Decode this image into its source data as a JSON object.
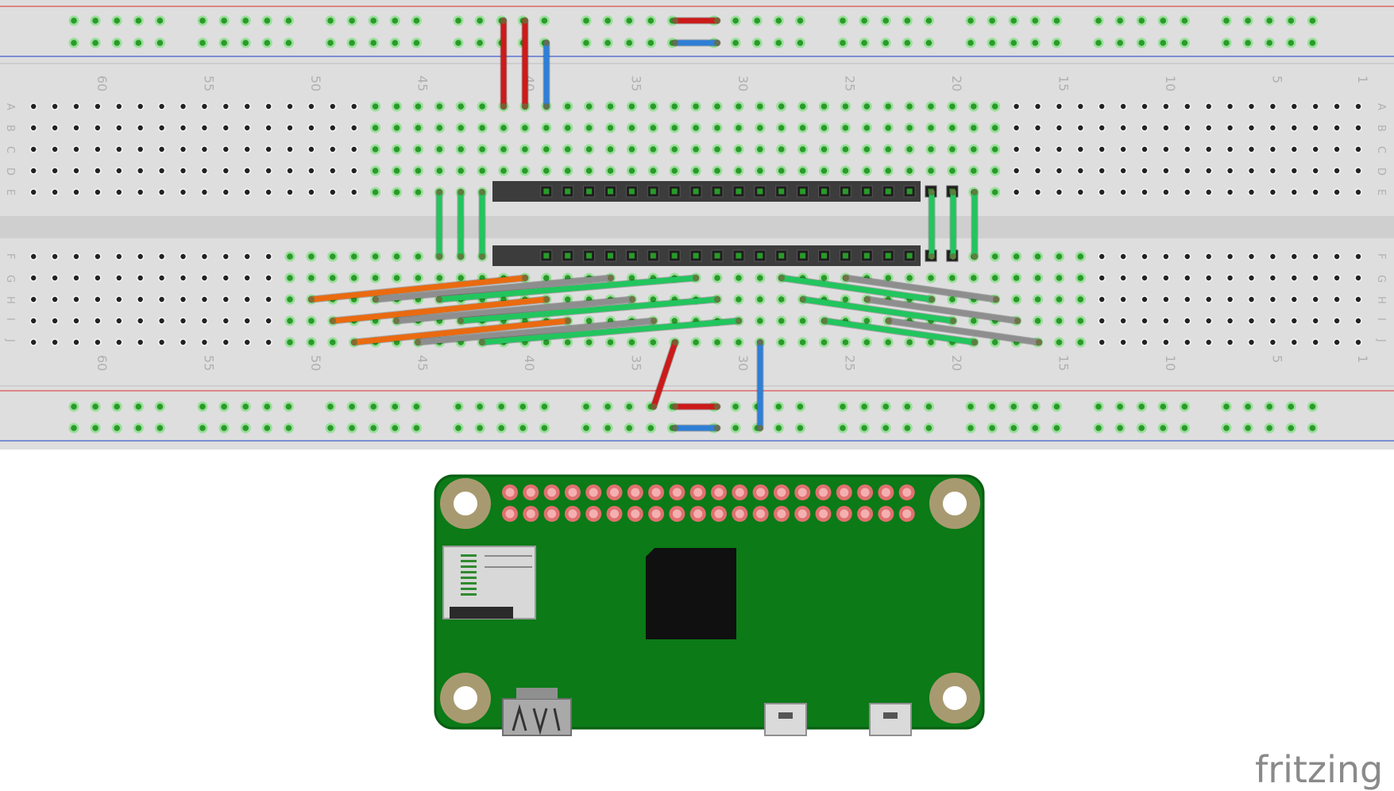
{
  "app": {
    "brand": "fritzing"
  },
  "breadboard": {
    "row_labels_top": [
      "A",
      "B",
      "C",
      "D",
      "E"
    ],
    "row_labels_bottom": [
      "F",
      "G",
      "H",
      "I",
      "J"
    ],
    "column_numbers": [
      "60",
      "55",
      "50",
      "45",
      "40",
      "35",
      "30",
      "25",
      "20",
      "15",
      "10",
      "5",
      "1"
    ],
    "colors": {
      "board": "#dedede",
      "channel": "#cfcfcf",
      "rail_positive": "#e05050",
      "rail_negative": "#4060d0",
      "hole": "#222222",
      "hole_connected": "#2a9a2a",
      "hole_glow": "#7ee07e",
      "header_body": "#3c3c3c"
    }
  },
  "wires": {
    "colors": {
      "red": "#cc1a1a",
      "blue": "#2e7fd6",
      "green": "#22c55e",
      "orange": "#ea6a10",
      "gray": "#8e8e8e"
    }
  },
  "board": {
    "name_icon": "raspberry-pi-zero-icon",
    "colors": {
      "pcb": "#0b7a17",
      "pcb_edge": "#0a5f12",
      "mount_ring": "#a89a70",
      "gpio_pad": "#e07070",
      "soc": "#101010"
    }
  }
}
